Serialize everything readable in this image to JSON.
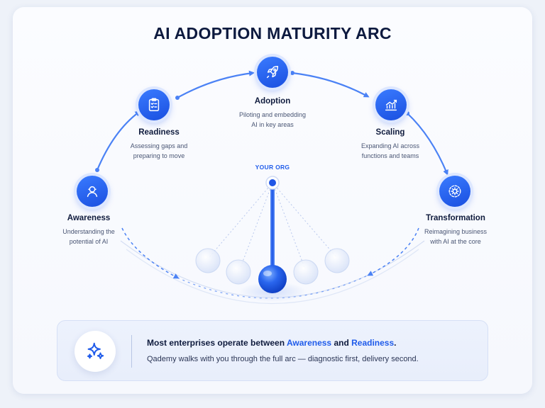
{
  "title": "AI ADOPTION MATURITY ARC",
  "stages": [
    {
      "name": "Awareness",
      "desc_line1": "Understanding the",
      "desc_line2": "potential of AI",
      "icon": "person-icon"
    },
    {
      "name": "Readiness",
      "desc_line1": "Assessing gaps and",
      "desc_line2": "preparing to move",
      "icon": "clipboard-checklist-icon"
    },
    {
      "name": "Adoption",
      "desc_line1": "Piloting and embedding",
      "desc_line2": "AI in key areas",
      "icon": "rocket-icon"
    },
    {
      "name": "Scaling",
      "desc_line1": "Expanding AI across",
      "desc_line2": "functions and teams",
      "icon": "growth-chart-icon"
    },
    {
      "name": "Transformation",
      "desc_line1": "Reimagining business",
      "desc_line2": "with AI at the core",
      "icon": "gear-cycle-icon"
    }
  ],
  "indicator_label": "YOUR ORG",
  "banner": {
    "head_prefix": "Most enterprises operate between ",
    "head_hl1": "Awareness",
    "head_mid": " and ",
    "head_hl2": "Readiness",
    "head_suffix": ".",
    "sub": "Qademy walks with you through the full arc — diagnostic first, delivery second.",
    "icon": "sparkle-icon"
  },
  "colors": {
    "accent": "#1f5bea",
    "node_blue": "#2563eb",
    "text_dark": "#0f1b3d"
  }
}
